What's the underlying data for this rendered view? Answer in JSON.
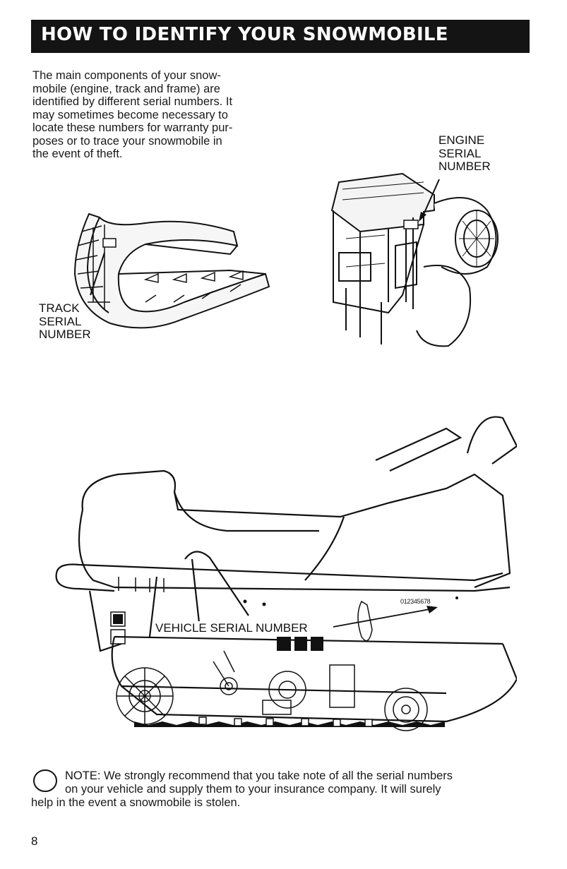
{
  "header": {
    "title": "HOW TO IDENTIFY YOUR SNOWMOBILE"
  },
  "intro": {
    "lines": [
      "The main components of your snow-",
      "mobile (engine, track and frame) are",
      "identified by different serial numbers. It",
      "may sometimes become necessary to",
      "locate these numbers for warranty pur-",
      "poses or to trace your snowmobile in",
      "the event of theft."
    ]
  },
  "labels": {
    "engine": [
      "ENGINE",
      "SERIAL",
      "NUMBER"
    ],
    "track": [
      "TRACK",
      "SERIAL",
      "NUMBER"
    ],
    "vehicle": "VEHICLE SERIAL NUMBER",
    "serial_code": "012345678"
  },
  "note": {
    "heading": "NOTE:",
    "line1": "We strongly recommend that you take note of all the serial numbers",
    "line2": "on your vehicle and supply them to your insurance company. It will surely",
    "line3": "help in the event a snowmobile is stolen."
  },
  "footer": {
    "page_number": "8"
  }
}
